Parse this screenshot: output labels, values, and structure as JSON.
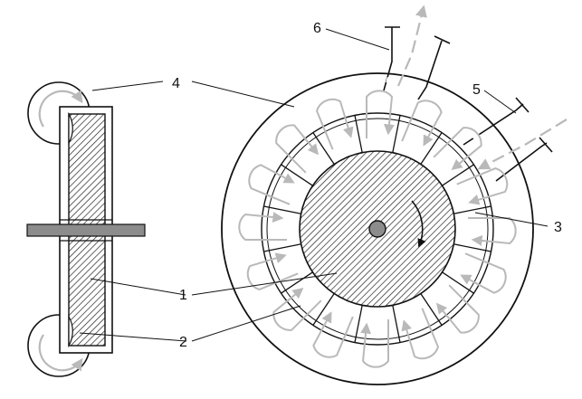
{
  "labels": {
    "l1": "1",
    "l2": "2",
    "l3": "3",
    "l4": "4",
    "l5": "5",
    "l6": "6"
  },
  "colors": {
    "outline": "#111111",
    "flow_arrows": "#b9b9b9",
    "shaft": "#8c8c8c",
    "hatch": "#222222"
  },
  "diagram": {
    "rotor_vanes": 16,
    "flow_loops": 16
  }
}
